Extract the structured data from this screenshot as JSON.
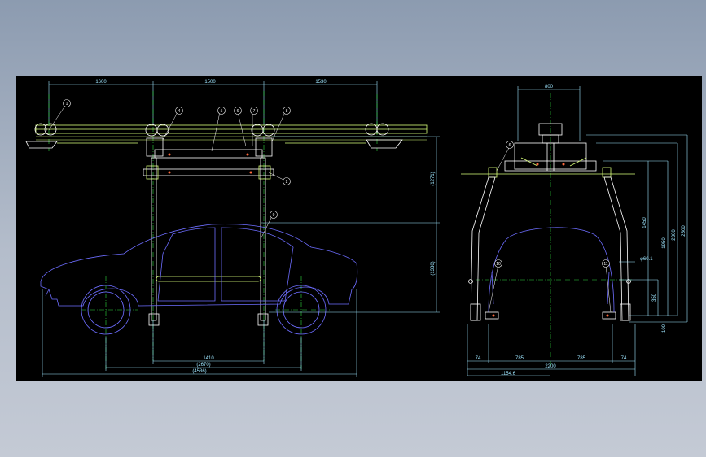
{
  "side_view": {
    "dims_top": [
      "1600",
      "1500",
      "1530"
    ],
    "dims_bottom": [
      "1410",
      "(2670)",
      "(4536)"
    ],
    "dims_right": [
      "(1271)",
      "(1330)"
    ],
    "balloons": [
      "1",
      "4",
      "5",
      "6",
      "7",
      "8",
      "2",
      "9"
    ]
  },
  "front_view": {
    "dim_top": "800",
    "dims_bottom": [
      "74",
      "785",
      "785",
      "74"
    ],
    "dim_total": "2200",
    "dim_sub": "1154.6",
    "dims_right": [
      "1450",
      "1950",
      "2300",
      "2500",
      "350",
      "100"
    ],
    "dim_detail": "φ60.1",
    "balloons": [
      "6",
      "10",
      "11"
    ]
  },
  "colors": {
    "background": "#000000",
    "frame": "#ffffff",
    "rail": "#d9ff7a",
    "dimension": "#9ee6ff",
    "centerline": "#2fd93f",
    "car_outline": "#6d6dff",
    "accent": "#ff6a3d"
  }
}
